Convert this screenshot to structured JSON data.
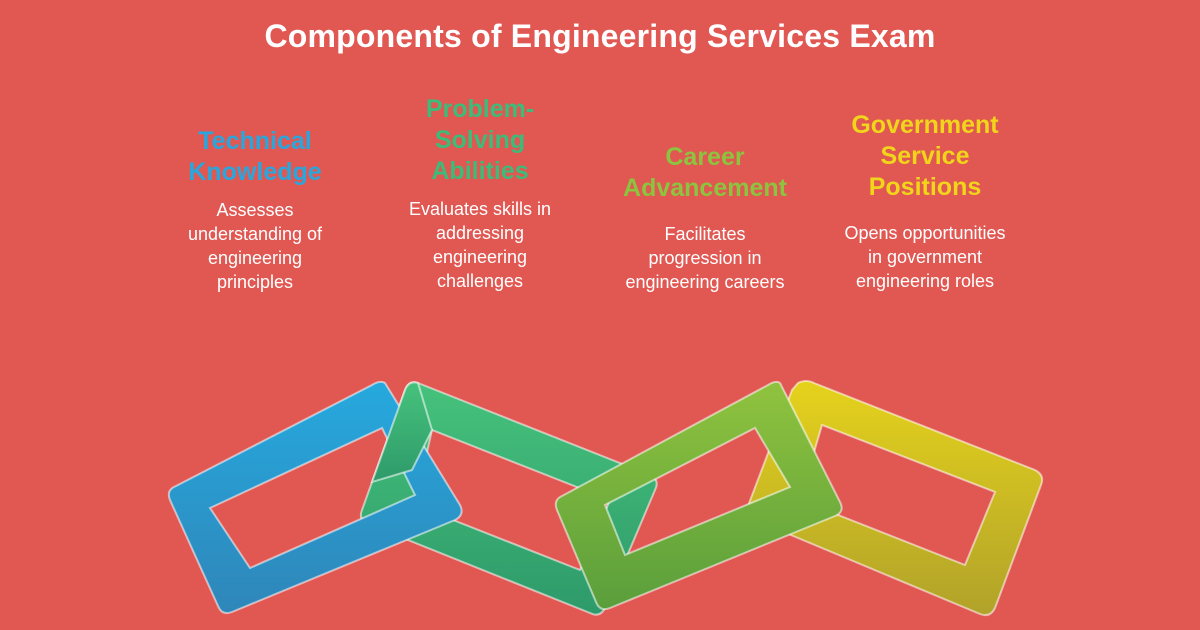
{
  "title": "Components of Engineering Services Exam",
  "components": [
    {
      "heading_lines": [
        "Technical",
        "Knowledge"
      ],
      "description_lines": [
        "Assesses",
        "understanding of",
        "engineering",
        "principles"
      ],
      "color": "#2aa6dd"
    },
    {
      "heading_lines": [
        "Problem-",
        "Solving",
        "Abilities"
      ],
      "description_lines": [
        "Evaluates skills in",
        "addressing",
        "engineering",
        "challenges"
      ],
      "color": "#3dbb79"
    },
    {
      "heading_lines": [
        "Career",
        "Advancement"
      ],
      "description_lines": [
        "Facilitates",
        "progression in",
        "engineering careers"
      ],
      "color": "#8cc43f"
    },
    {
      "heading_lines": [
        "Government",
        "Service",
        "Positions"
      ],
      "description_lines": [
        "Opens opportunities",
        "in government",
        "engineering roles"
      ],
      "color": "#f0d51a"
    }
  ],
  "chain_colors": {
    "link_1": [
      "#26a9de",
      "#2f86b9"
    ],
    "link_2": [
      "#46c27c",
      "#2e9a6a"
    ],
    "link_3": [
      "#90c33e",
      "#5a9e3c"
    ],
    "link_4": [
      "#e5d21c",
      "#b1a22a"
    ]
  }
}
